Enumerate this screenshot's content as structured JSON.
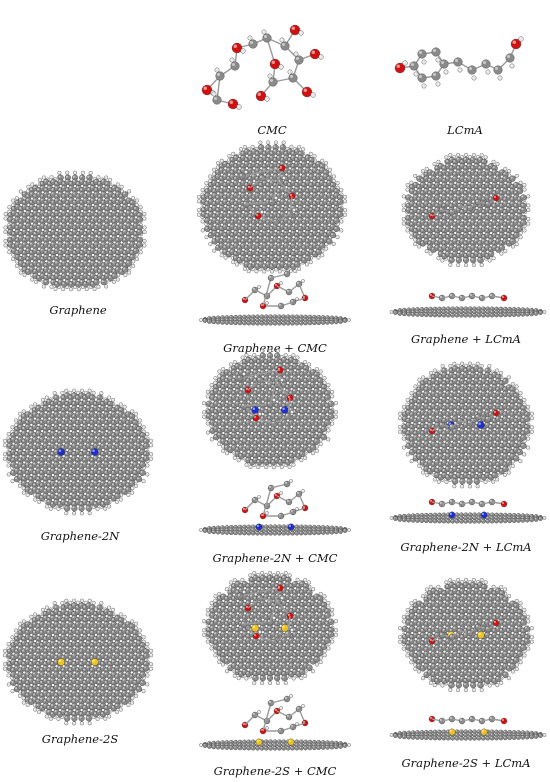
{
  "figure": {
    "labels": {
      "cmc": "CMC",
      "lcma": "LCmA",
      "graphene": "Graphene",
      "graphene_cmc": "Graphene + CMC",
      "graphene_lcma": "Graphene + LCmA",
      "graphene_2n": "Graphene-2N",
      "graphene_2n_cmc": "Graphene-2N + CMC",
      "graphene_2n_lcma": "Graphene-2N + LCmA",
      "graphene_2s": "Graphene-2S",
      "graphene_2s_cmc": "Graphene-2S + CMC",
      "graphene_2s_lcma": "Graphene-2S + LCmA"
    },
    "atom_colors": {
      "carbon": "#8a8a8a",
      "hydrogen": "#e8e8e8",
      "oxygen": "#d21010",
      "nitrogen": "#1c2fd0",
      "sulfur": "#f0c419"
    }
  }
}
